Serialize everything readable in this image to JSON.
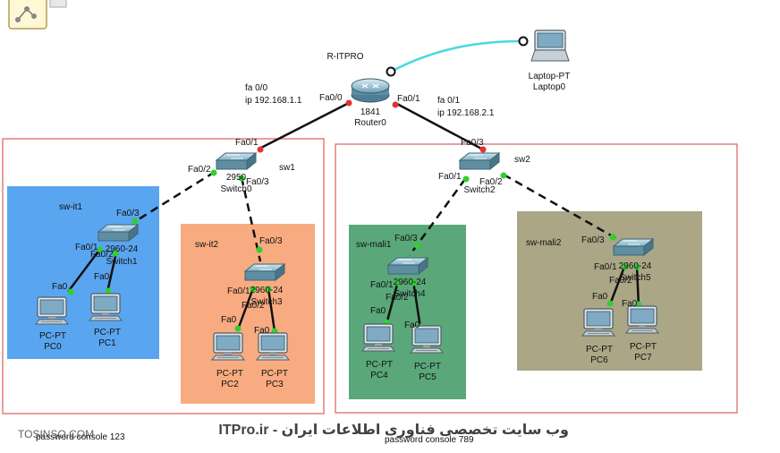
{
  "router": {
    "model": "1841",
    "name": "Router0",
    "hostname": "R-ITPRO"
  },
  "laptop": {
    "model": "Laptop-PT",
    "name": "Laptop0"
  },
  "notes": {
    "left_if": "fa 0/0",
    "left_ip": "ip 192.168.1.1",
    "right_if": "fa 0/1",
    "right_ip": "ip 192.168.2.1",
    "sw1": "sw1",
    "sw2": "sw2",
    "sw_it1": "sw-it1",
    "sw_it2": "sw-it2",
    "sw_mali1": "sw-mali1",
    "sw_mali2": "sw-mali2",
    "pw_left": "password console 123",
    "pw_right": "password console 789"
  },
  "switches": {
    "switch0": {
      "model": "2950",
      "name": "Switch0"
    },
    "switch2": {
      "model": "",
      "name": "Switch2"
    },
    "switch1": {
      "model": "2960-24",
      "name": "Switch1"
    },
    "switch3": {
      "model": "2960-24",
      "name": "Switch3"
    },
    "switch4": {
      "model": "2960-24",
      "name": "Switch4"
    },
    "switch5": {
      "model": "2960-24",
      "name": "Switch5"
    }
  },
  "pcs": [
    {
      "model": "PC-PT",
      "name": "PC0"
    },
    {
      "model": "PC-PT",
      "name": "PC1"
    },
    {
      "model": "PC-PT",
      "name": "PC2"
    },
    {
      "model": "PC-PT",
      "name": "PC3"
    },
    {
      "model": "PC-PT",
      "name": "PC4"
    },
    {
      "model": "PC-PT",
      "name": "PC5"
    },
    {
      "model": "PC-PT",
      "name": "PC6"
    },
    {
      "model": "PC-PT",
      "name": "PC7"
    }
  ],
  "ports": {
    "r_fa00": "Fa0/0",
    "r_fa01": "Fa0/1",
    "s0_fa01": "Fa0/1",
    "s0_fa02": "Fa0/2",
    "s0_fa03": "Fa0/3",
    "s2_fa03": "Fa0/3",
    "s2_fa01": "Fa0/1",
    "s2_fa02": "Fa0/2",
    "s1_fa03": "Fa0/3",
    "s1_fa01": "Fa0/1",
    "s1_fa02": "Fa0/2",
    "pc0_fa0": "Fa0",
    "pc1_fa0": "Fa0",
    "s3_fa03": "Fa0/3",
    "s3_fa01": "Fa0/1",
    "s3_fa02": "Fa0/2",
    "pc2_fa0": "Fa0",
    "pc3_fa0": "Fa0",
    "s4_fa03": "Fa0/3",
    "s4_fa01": "Fa0/1",
    "s4_fa02": "Fa0/2",
    "pc4_fa0": "Fa0",
    "pc5_fa0": "Fa0",
    "s5_fa03": "Fa0/3",
    "s5_fa01": "Fa0/1",
    "s5_fa02": "Fa0/2",
    "pc6_fa0": "Fa0",
    "pc7_fa0": "Fa0"
  },
  "watermark": {
    "left": "TOSINSO.COM",
    "right": "ITPro.ir - وب سایت تخصصی فناوری اطلاعات ایران"
  },
  "colors": {
    "area_it1": "#5aa5f0",
    "area_it2": "#f8ab80",
    "area_mali1": "#5aa87a",
    "area_mali2": "#aaa686",
    "cluster_border": "#e06a6a",
    "link_console": "#4ad8e0",
    "port_up": "#2fd02f",
    "port_down": "#e33333"
  }
}
